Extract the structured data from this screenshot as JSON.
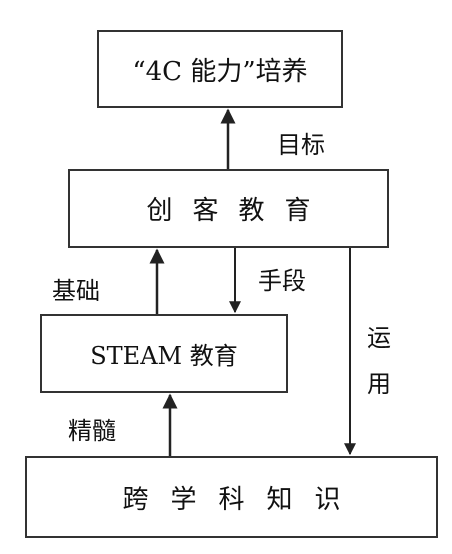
{
  "boxes": {
    "capability": "“4C 能力”培养",
    "maker": "创客教育",
    "steam": "STEAM 教育",
    "cross": "跨学科知识"
  },
  "labels": {
    "goal": "目标",
    "base": "基础",
    "means": "手段",
    "use": "运用",
    "essence": "精髓"
  }
}
